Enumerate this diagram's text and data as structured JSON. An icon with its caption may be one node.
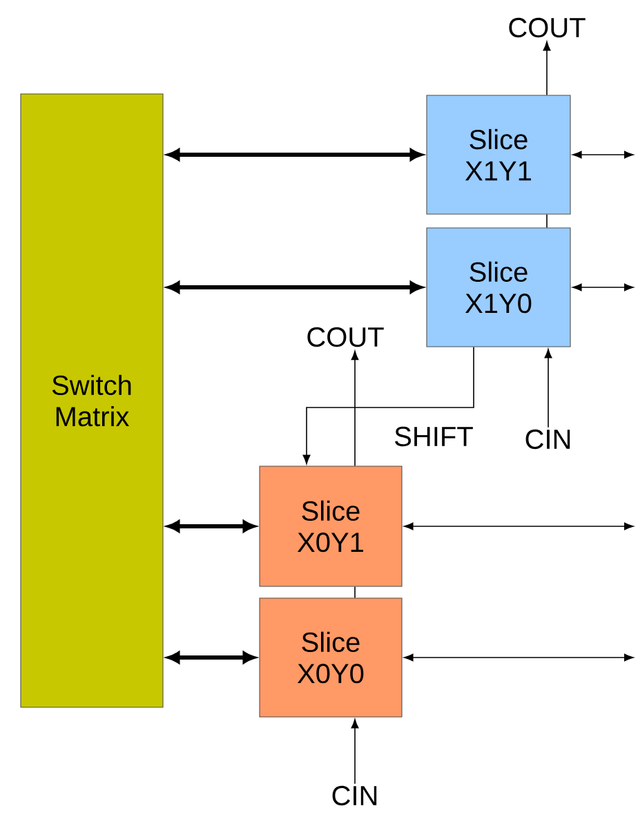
{
  "diagram": {
    "nodes": [
      {
        "text": [
          "Switch Matrix"
        ]
      },
      {
        "text": [
          "Slice X1Y1"
        ]
      },
      {
        "text": [
          "Slice X1Y0"
        ]
      },
      {
        "text": [
          "Slice X0Y1"
        ]
      },
      {
        "text": [
          "Slice X0Y0"
        ]
      },
      {
        "text": [
          "COUT"
        ]
      },
      {
        "text": [
          "COUT"
        ]
      },
      {
        "text": [
          "CIN"
        ]
      },
      {
        "text": [
          "CIN"
        ]
      }
    ],
    "edges": [
      {
        "from": 0,
        "to": 1,
        "arrow": "both",
        "style": "thick"
      },
      {
        "from": 0,
        "to": 2,
        "arrow": "both",
        "style": "thick"
      },
      {
        "from": 0,
        "to": 3,
        "arrow": "both",
        "style": "thick"
      },
      {
        "from": 0,
        "to": 4,
        "arrow": "both",
        "style": "thick"
      },
      {
        "from": 1,
        "to": 5,
        "arrow": "to"
      },
      {
        "from": 1,
        "to": null,
        "arrow": "both"
      },
      {
        "from": 2,
        "to": null,
        "arrow": "both"
      },
      {
        "from": 3,
        "to": null,
        "arrow": "both"
      },
      {
        "from": 4,
        "to": null,
        "arrow": "both"
      },
      {
        "from": 1,
        "to": 2,
        "arrow": "none"
      },
      {
        "from": 3,
        "to": 4,
        "arrow": "none"
      },
      {
        "from": 2,
        "to": 3,
        "arrow": "to",
        "label": "SHIFT"
      },
      {
        "from": 3,
        "to": 6,
        "arrow": "to"
      },
      {
        "from": 7,
        "to": 2,
        "arrow": "to"
      },
      {
        "from": 8,
        "to": 4,
        "arrow": "to"
      }
    ]
  }
}
